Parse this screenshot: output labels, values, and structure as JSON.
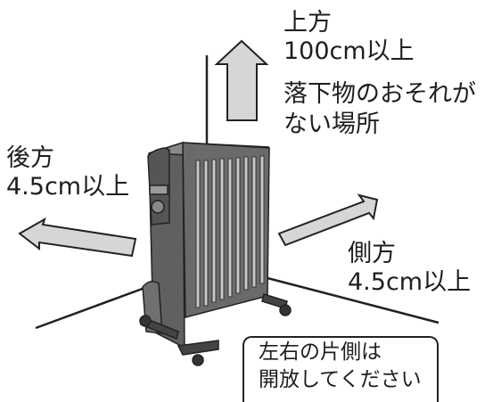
{
  "labels": {
    "top": {
      "heading": "上方",
      "distance": "100cm以上",
      "note_line1": "落下物のおそれが",
      "note_line2": "ない場所"
    },
    "back": {
      "heading": "後方",
      "distance": "4.5cm以上"
    },
    "side": {
      "heading": "側方",
      "distance": "4.5cm以上"
    }
  },
  "callout": {
    "line1": "左右の片側は",
    "line2": "開放してください"
  },
  "colors": {
    "arrow_fill": "#d6d6d6",
    "heater_body": "#5a5a5a",
    "outline": "#222222"
  }
}
